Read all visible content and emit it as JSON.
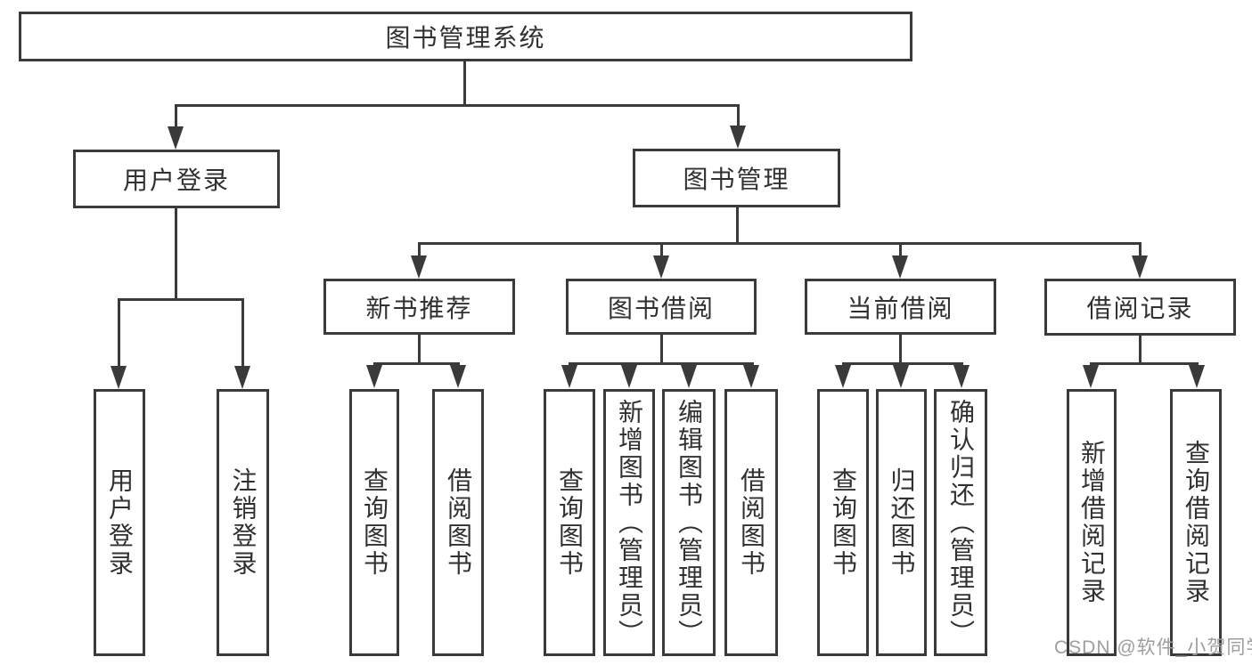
{
  "diagram": {
    "root": {
      "label": "图书管理系统"
    },
    "user_login": {
      "label": "用户登录",
      "children": [
        {
          "label": "用户登录"
        },
        {
          "label": "注销登录"
        }
      ]
    },
    "book_management": {
      "label": "图书管理",
      "sections": [
        {
          "label": "新书推荐",
          "children": [
            {
              "label": "查询图书"
            },
            {
              "label": "借阅图书"
            }
          ]
        },
        {
          "label": "图书借阅",
          "children": [
            {
              "label": "查询图书"
            },
            {
              "label": "新增图书（管理员）"
            },
            {
              "label": "编辑图书（管理员）"
            },
            {
              "label": "借阅图书"
            }
          ]
        },
        {
          "label": "当前借阅",
          "children": [
            {
              "label": "查询图书"
            },
            {
              "label": "归还图书"
            },
            {
              "label": "确认归还（管理员）"
            }
          ]
        },
        {
          "label": "借阅记录",
          "children": [
            {
              "label": "新增借阅记录"
            },
            {
              "label": "查询借阅记录"
            }
          ]
        }
      ]
    }
  },
  "watermark": "CSDN @软件_小贺同学",
  "colors": {
    "line": "#3a3a3a",
    "text": "#303030",
    "wm": "#9e9e9e",
    "bg": "#ffffff"
  }
}
